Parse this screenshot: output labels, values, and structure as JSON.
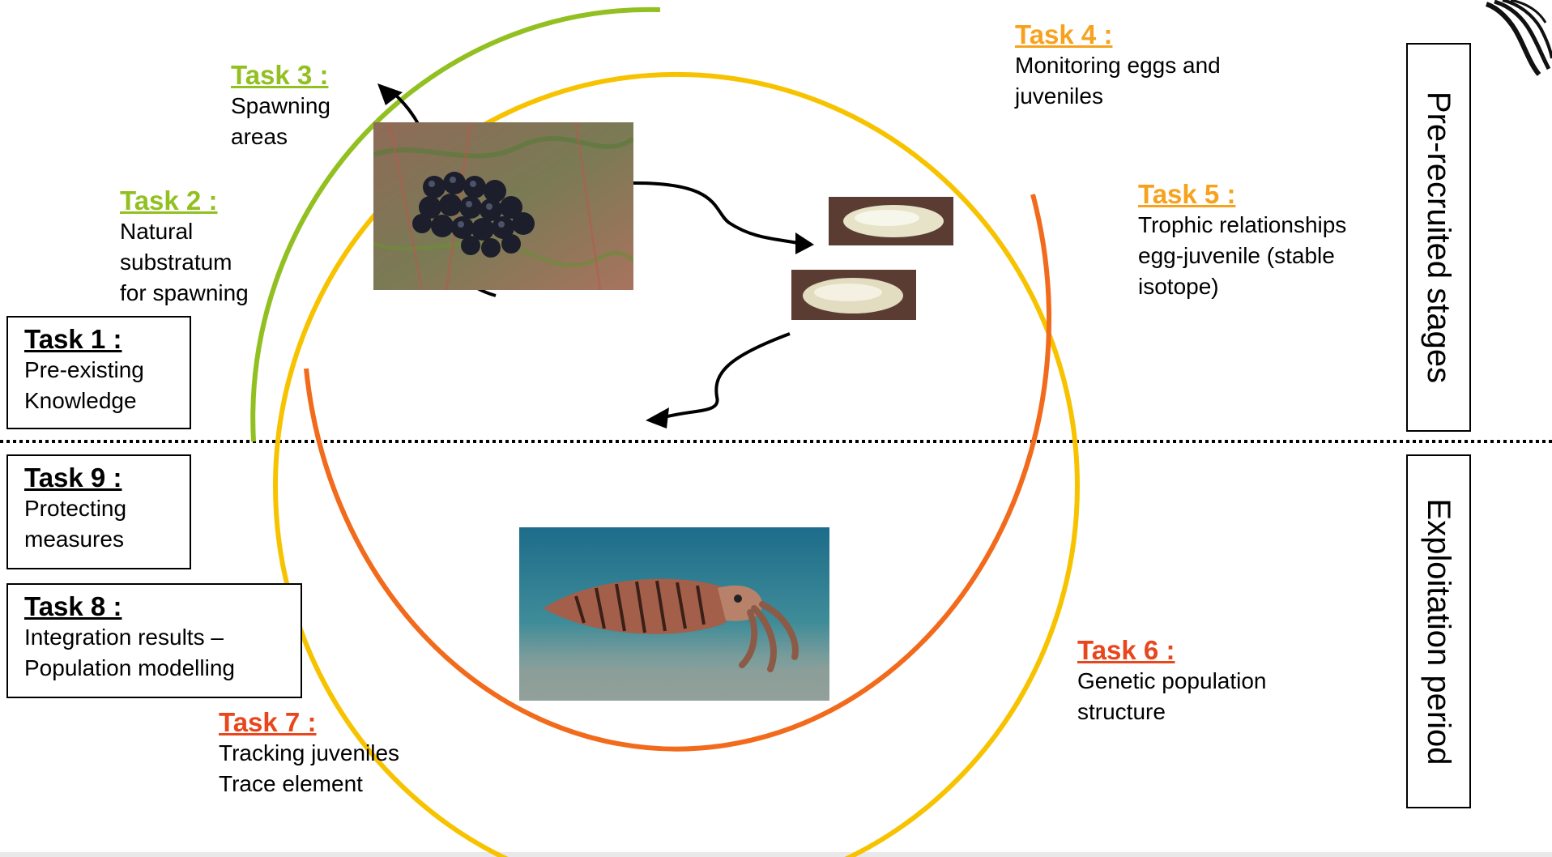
{
  "diagram": {
    "colors": {
      "green": "#92c021",
      "yellow": "#f7c300",
      "orange": "#f7a21e",
      "red": "#e8461d",
      "dark_orange": "#f26a1b",
      "divider": "#000000"
    },
    "tasks": {
      "task1": {
        "title": "Task 1 :",
        "lines": [
          "Pre-existing",
          "Knowledge"
        ]
      },
      "task2": {
        "title": "Task 2 :",
        "lines": [
          "Natural",
          "substratum",
          "for spawning"
        ]
      },
      "task3": {
        "title": "Task 3 :",
        "lines": [
          "Spawning",
          "areas"
        ]
      },
      "task4": {
        "title": "Task 4 :",
        "lines": [
          "Monitoring eggs and",
          "juveniles"
        ]
      },
      "task5": {
        "title": "Task 5 :",
        "lines": [
          "Trophic relationships",
          "egg-juvenile (stable",
          "isotope)"
        ]
      },
      "task6": {
        "title": "Task 6 :",
        "lines": [
          "Genetic population",
          "structure"
        ]
      },
      "task7": {
        "title": "Task 7 :",
        "lines": [
          "Tracking juveniles",
          "Trace element"
        ]
      },
      "task8": {
        "title": "Task 8 :",
        "lines": [
          "Integration results –",
          "Population modelling"
        ]
      },
      "task9": {
        "title": "Task 9 :",
        "lines": [
          "Protecting",
          "measures"
        ]
      }
    },
    "stages": {
      "top": "Pre-recruited stages",
      "bottom": "Exploitation period"
    },
    "images": [
      "egg-cluster-photo",
      "egg-photo",
      "juvenile-photo",
      "cuttlefish-photo",
      "logo"
    ]
  }
}
